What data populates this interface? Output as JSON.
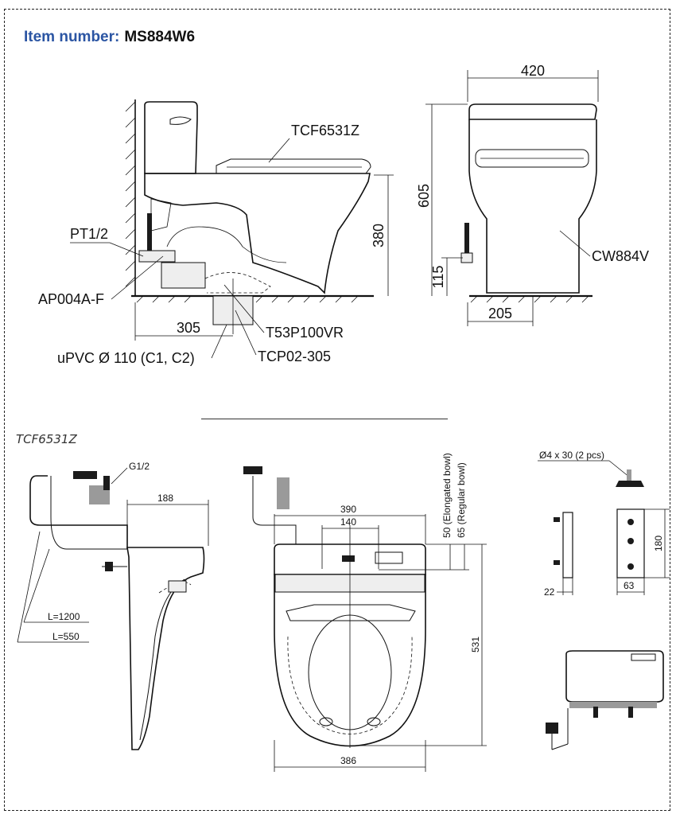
{
  "header": {
    "item_label": "Item number:",
    "item_number": "MS884W6"
  },
  "colors": {
    "title_blue": "#2b55a3",
    "line": "#111111"
  },
  "top_side_view": {
    "labels": {
      "seat_model": "TCF6531Z",
      "pipe_thread": "PT1/2",
      "valve": "AP004A-F",
      "flange": "T53P100VR",
      "pipe": "uPVC Ø 110 (C1, C2)",
      "adapter": "TCP02-305"
    },
    "dims": {
      "height": "380",
      "rough_in": "305"
    }
  },
  "top_front_view": {
    "labels": {
      "bowl_model": "CW884V"
    },
    "dims": {
      "width": "420",
      "height": "605",
      "supply_height": "115",
      "supply_offset": "205"
    }
  },
  "bottom_section": {
    "title": "TCF6531Z",
    "side": {
      "labels": {
        "thread": "G1/2",
        "hose_long": "L=1200",
        "hose_short": "L=550"
      },
      "dims": {
        "depth": "188"
      }
    },
    "top": {
      "dims": {
        "width_upper": "390",
        "spacing": "140",
        "width_lower": "386",
        "length": "531"
      },
      "notes": {
        "elongated": "50 (Elongated bowl)",
        "regular": "65 (Regular bowl)"
      }
    },
    "bracket": {
      "screw": "Ø4 x 30 (2 pcs)",
      "dims": {
        "height": "180",
        "thickness": "22",
        "width": "63"
      }
    }
  }
}
